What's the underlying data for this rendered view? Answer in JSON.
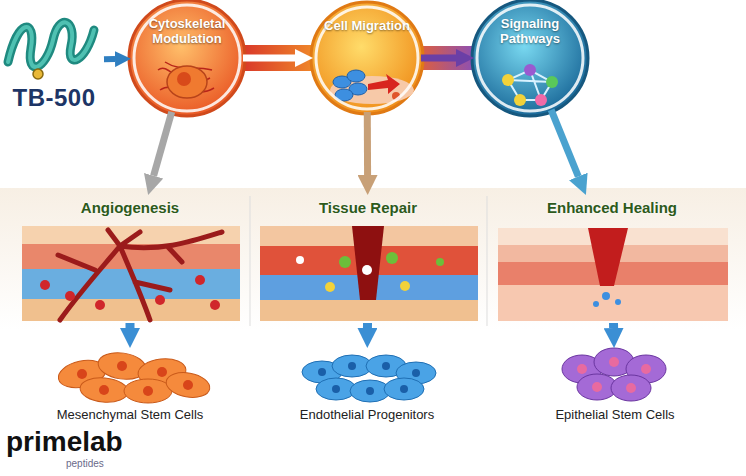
{
  "diagram": {
    "nodes": [
      {
        "text": [
          "TB-500"
        ]
      },
      {
        "text": [
          "Cytoskeletal Modulation"
        ]
      },
      {
        "text": [
          "Cell Migration"
        ]
      },
      {
        "text": [
          "Signaling Pathways"
        ]
      },
      {
        "text": [
          "Angiogenesis"
        ]
      },
      {
        "text": [
          "Tissue Repair"
        ]
      },
      {
        "text": [
          "Enhanced Healing"
        ]
      },
      {
        "text": [
          "Mesenchymal Stem Cells"
        ]
      },
      {
        "text": [
          "Endothelial Progenitors"
        ]
      },
      {
        "text": [
          "Epithelial Stem Cells"
        ]
      }
    ],
    "edges": [
      {
        "from": 0,
        "to": 1,
        "arrow": "to"
      },
      {
        "from": 1,
        "to": 2,
        "arrow": "to"
      },
      {
        "from": 2,
        "to": 3,
        "arrow": "to"
      },
      {
        "from": 1,
        "to": 4,
        "arrow": "to"
      },
      {
        "from": 2,
        "to": 5,
        "arrow": "to"
      },
      {
        "from": 3,
        "to": 6,
        "arrow": "to"
      },
      {
        "from": 4,
        "to": 7,
        "arrow": "to"
      },
      {
        "from": 5,
        "to": 8,
        "arrow": "to"
      },
      {
        "from": 6,
        "to": 9,
        "arrow": "to"
      }
    ],
    "labels": [
      "primelab",
      "peptides"
    ]
  }
}
